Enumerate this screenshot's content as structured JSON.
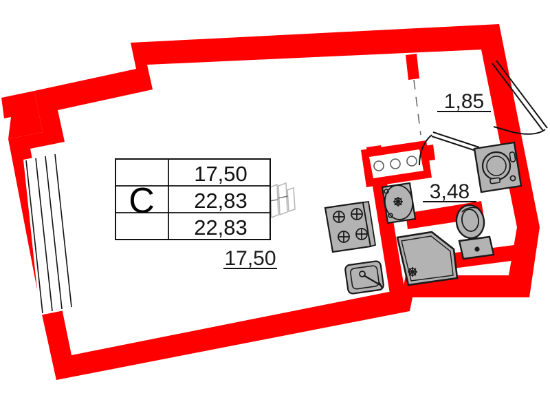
{
  "plan": {
    "title": "Studio apartment floor plan",
    "unit_letter": "C",
    "wall_color": "#FF0000",
    "fixture_fill": "#B3B3B3",
    "fixture_stroke": "#1A1A1A",
    "background": "#FFFFFF"
  },
  "area_table": {
    "letter": "C",
    "rows": [
      {
        "name": "total-area",
        "value": "17,50"
      },
      {
        "name": "living-area",
        "value": "22,83"
      },
      {
        "name": "area-with-coef",
        "value": "22,83"
      }
    ]
  },
  "room_labels": [
    {
      "name": "main-room-area",
      "value": "17,50"
    },
    {
      "name": "hall-area",
      "value": "1,85"
    },
    {
      "name": "bathroom-area",
      "value": "3,48"
    }
  ],
  "fixtures": [
    {
      "name": "kitchen-stove",
      "label": "stove-4-burner"
    },
    {
      "name": "kitchen-sink",
      "label": "sink"
    },
    {
      "name": "wash-basin",
      "label": "washbasin"
    },
    {
      "name": "shower-tray",
      "label": "shower"
    },
    {
      "name": "toilet",
      "label": "toilet"
    },
    {
      "name": "washing-machine",
      "label": "washing-machine"
    },
    {
      "name": "storage-niche",
      "label": "storage-niche"
    }
  ],
  "openings": [
    {
      "name": "entrance-door",
      "label": "entrance-door"
    },
    {
      "name": "bathroom-door",
      "label": "bathroom-door"
    },
    {
      "name": "room-door",
      "label": "room-door"
    },
    {
      "name": "window-left",
      "label": "window"
    }
  ]
}
